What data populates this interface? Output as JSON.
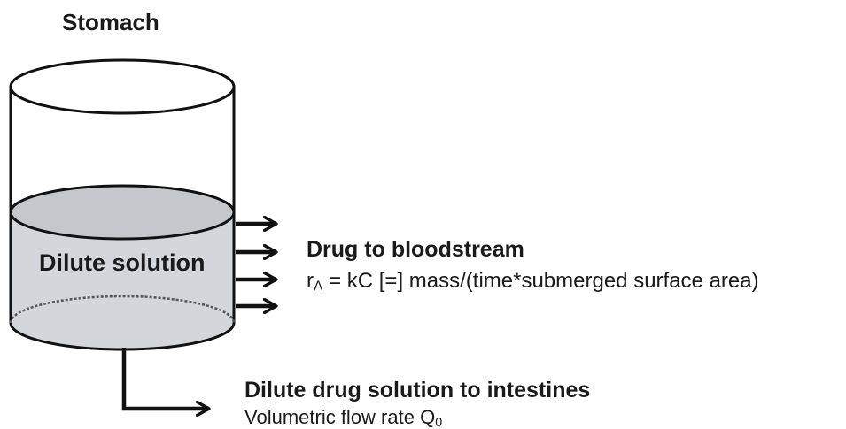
{
  "stomach": {
    "title": "Stomach",
    "solution_label": "Dilute solution"
  },
  "bloodstream": {
    "heading": "Drug to bloodstream",
    "rate_symbol": "r",
    "rate_subscript": "A",
    "rate_expression": " = kC [=] mass/(time*submerged surface area)"
  },
  "intestines": {
    "heading": "Dilute drug solution to intestines",
    "flow_label": "Volumetric flow rate Q",
    "flow_subscript": "0"
  },
  "colors": {
    "liquid_fill": "#d3d6da",
    "liquid_surface": "#c4c8cc",
    "stroke": "#111111"
  }
}
